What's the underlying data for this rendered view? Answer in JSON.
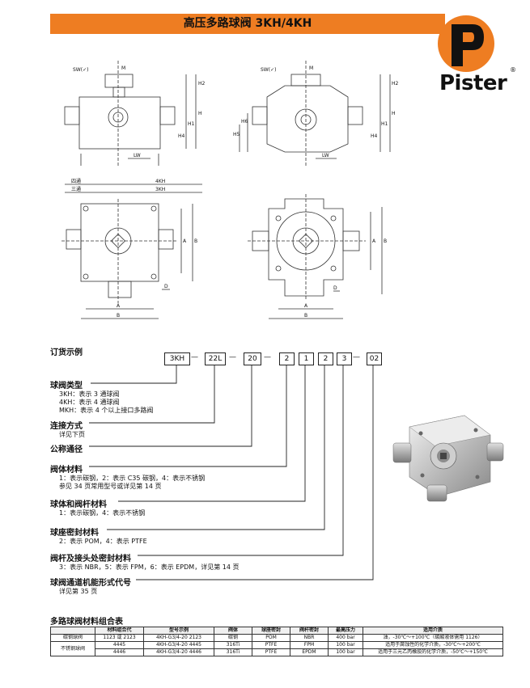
{
  "header": {
    "title": "高压多路球阀 3KH/4KH",
    "accent": "#ee7d22",
    "brand": "Pister",
    "brand_mark": "®"
  },
  "drawings": {
    "top_left": {
      "sw": "SW(✓)",
      "m": "M",
      "h2": "H2",
      "h": "H",
      "h1": "H1",
      "h4": "H4",
      "lw": "LW"
    },
    "top_right": {
      "sw": "SW(✓)",
      "m": "M",
      "h2": "H2",
      "h": "H",
      "h6": "H6",
      "h5": "H5",
      "h1": "H1",
      "h4": "H4",
      "lw": "LW"
    },
    "bottom_left": {
      "four_way": "四通",
      "three_way": "三通",
      "kh4": "4KH",
      "kh3": "3KH",
      "a_v": "A",
      "b_v": "B",
      "d": "D",
      "a_h": "A",
      "b_h": "B"
    },
    "bottom_right": {
      "a_v": "A",
      "b_v": "B",
      "d": "D",
      "a_h": "A",
      "b_h": "B"
    }
  },
  "order": {
    "heading": "订货示例",
    "codes": [
      "3KH",
      "22L",
      "20",
      "2",
      "1",
      "2",
      "3",
      "02"
    ],
    "dash": "—"
  },
  "sections": [
    {
      "title": "球阀类型",
      "lines": [
        "3KH：表示 3 通球阀",
        "4KH：表示 4 通球阀",
        "MKH：表示 4 个以上接口多路阀"
      ]
    },
    {
      "title": "连接方式",
      "lines": [
        "详见下页"
      ]
    },
    {
      "title": "公称通径",
      "lines": []
    },
    {
      "title": "阀体材料",
      "lines": [
        "1：表示碳钢，2：表示 C35 碳钢，4：表示不锈钢",
        "参见 34 页常用型号或详见第 14 页"
      ]
    },
    {
      "title": "球体和阀杆材料",
      "lines": [
        "1：表示碳钢，4：表示不锈钢"
      ]
    },
    {
      "title": "球座密封材料",
      "lines": [
        "2：表示 POM，4：表示 PTFE"
      ]
    },
    {
      "title": "阀杆及接头处密封材料",
      "lines": [
        "3：表示 NBR，5：表示 FPM，6：表示 EPDM，详见第 14 页"
      ]
    },
    {
      "title": "球阀通道机能形式代号",
      "lines": [
        "详见第 35 页"
      ]
    }
  ],
  "table": {
    "title": "多路球阀材料组合表",
    "headers": [
      "",
      "材料组合代",
      "型号示例",
      "阀体",
      "球座密封",
      "阀杆密封",
      "最高压力",
      "适用介质"
    ],
    "rows": [
      [
        "碳钢球阀",
        "1123 或 2123",
        "4KH-G3/4-20 2123",
        "碳钢",
        "POM",
        "NBR",
        "400 bar",
        "油，-30℃～+100℃（碳酸液体需用 1126）"
      ],
      [
        "不锈钢球阀",
        "4445",
        "4KH-G3/4-20 4445",
        "316Ti",
        "PTFE",
        "FPM",
        "100 bar",
        "适用于腐蚀性的化学介质，-30℃～+200℃"
      ],
      [
        "",
        "4446",
        "4KH-G3/4-20 4446",
        "316Ti",
        "PTFE",
        "EPDM",
        "100 bar",
        "适用于三元乙丙橡胶的化学介质，-50℃～+150℃"
      ]
    ]
  }
}
